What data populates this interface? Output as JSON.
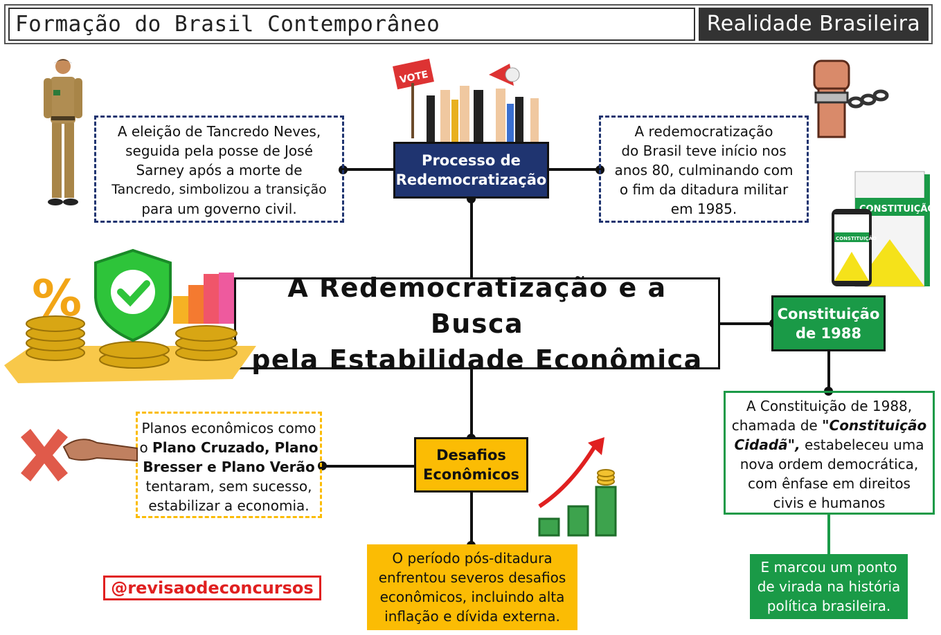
{
  "header": {
    "left_title": "Formação do Brasil Contemporâneo",
    "right_title": "Realidade Brasileira"
  },
  "central": {
    "title_line1": "A Redemocratização e a Busca",
    "title_line2": "pela Estabilidade Econômica"
  },
  "nodes": {
    "processo": {
      "line1": "Processo de",
      "line2": "Redemocratização"
    },
    "constituicao": {
      "line1": "Constituição",
      "line2": "de 1988"
    },
    "desafios": {
      "line1": "Desafios",
      "line2": "Econômicos"
    }
  },
  "boxes": {
    "tancredo": [
      "A eleição de Tancredo Neves,",
      "seguida pela posse de José",
      "Sarney após a morte de",
      "Tancredo, simbolizou a transição",
      "para um governo civil."
    ],
    "redemo": [
      "A redemocratização",
      "do Brasil teve início nos",
      "anos 80, culminando com",
      "o fim da ditadura militar",
      "em 1985."
    ],
    "planos": {
      "l1": "Planos econômicos como",
      "l2a": "o ",
      "l2b": "Plano Cruzado, Plano",
      "l3": "Bresser e Plano Verão",
      "l4": "tentaram, sem sucesso,",
      "l5": "estabilizar a economia."
    },
    "periodo": [
      "O período pós-ditadura",
      "enfrentou severos desafios",
      "econômicos, incluindo alta",
      "inflação e dívida externa."
    ],
    "cidada": {
      "l1": "A Constituição de 1988,",
      "l2a": "chamada de ",
      "l2b": "\"Constituição",
      "l3a": "Cidadã\",",
      "l3b": " estabeleceu uma",
      "l4": "nova ordem democrática,",
      "l5": "com ênfase em direitos",
      "l6": "civis e humanos"
    },
    "marco": [
      "E marcou um ponto",
      "de virada na história",
      "política brasileira."
    ]
  },
  "illustrations": {
    "vote_sign": "VOTE",
    "book_title": "CONSTITUIÇÃO",
    "phone_title": "CONSTITUIÇÃO",
    "percent": "%"
  },
  "handle": "@revisaodeconcursos",
  "colors": {
    "navy": "#1f3470",
    "green": "#1a9a47",
    "yellow": "#fbbc04",
    "red": "#e02020",
    "dark": "#333333"
  }
}
